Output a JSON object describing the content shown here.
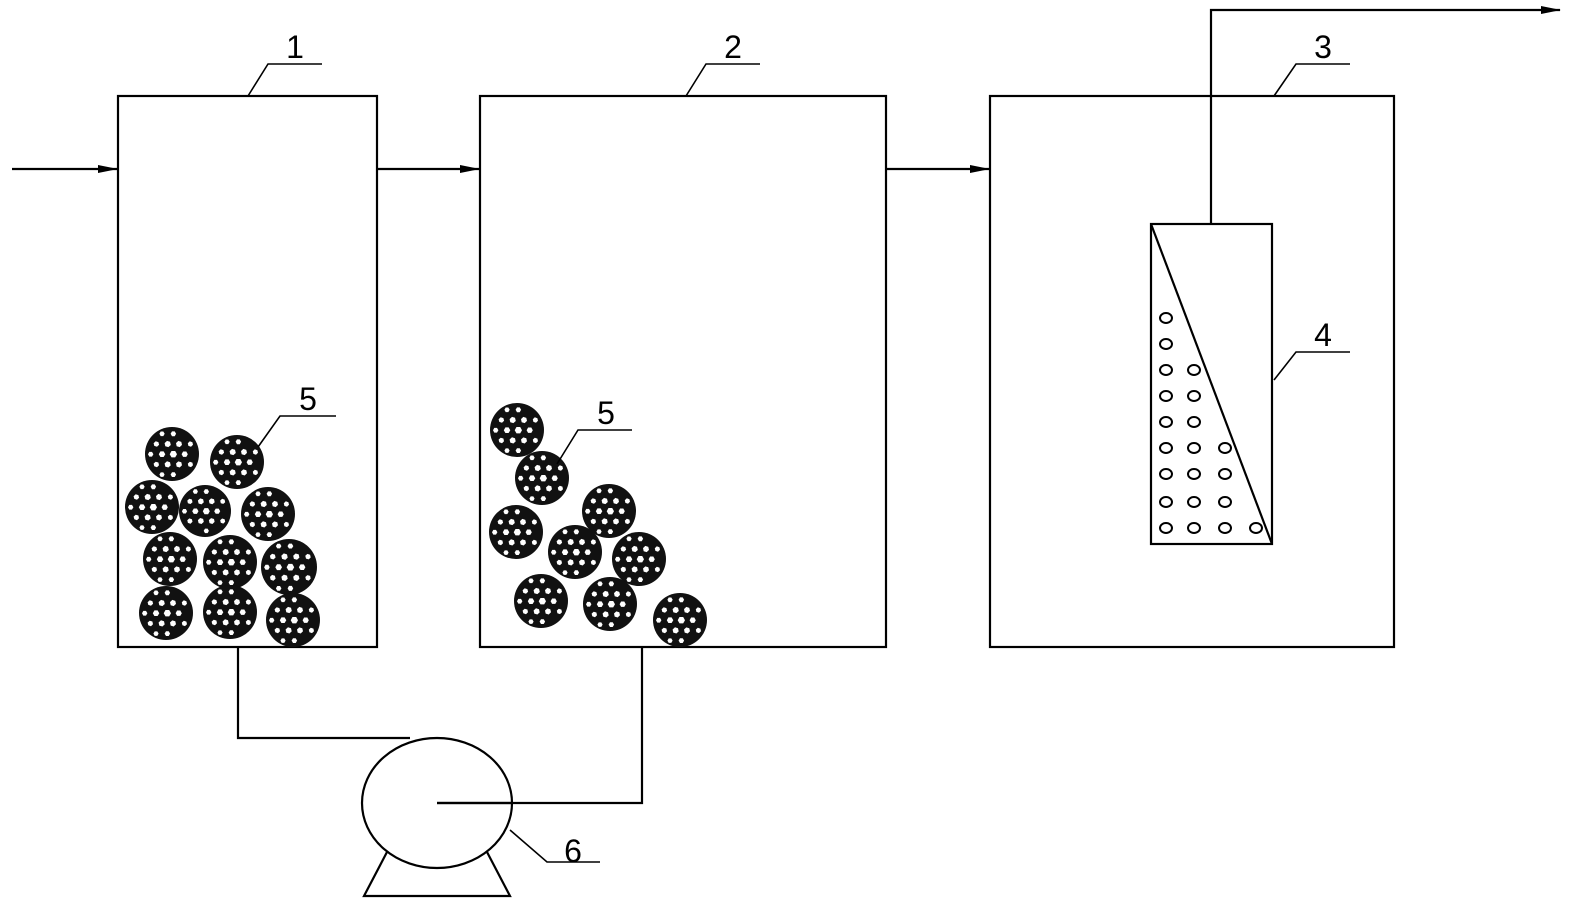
{
  "labels": {
    "tank1": "1",
    "tank2": "2",
    "tank3": "3",
    "membrane": "4",
    "carrier_tank1": "5",
    "carrier_tank2": "5",
    "pump": "6"
  },
  "colors": {
    "line": "#000000",
    "background": "#ffffff"
  }
}
